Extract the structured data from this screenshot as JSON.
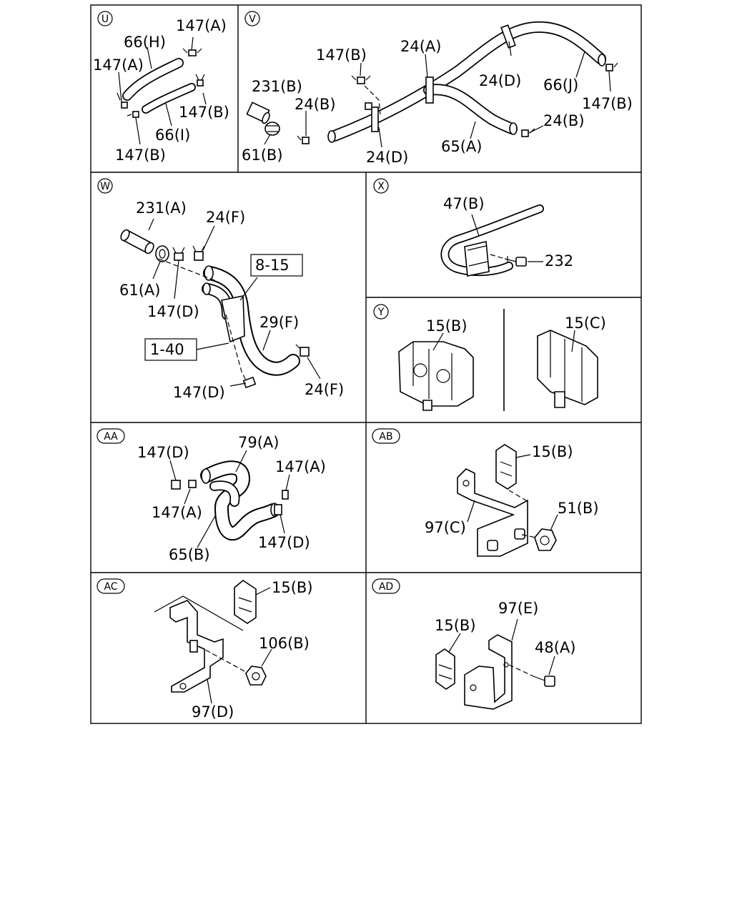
{
  "panels": [
    {
      "id": "U",
      "labels": [
        "147(A)",
        "66(H)",
        "147(A)",
        "147(B)",
        "66(I)",
        "147(B)"
      ]
    },
    {
      "id": "V",
      "labels": [
        "147(B)",
        "24(A)",
        "231(B)",
        "24(B)",
        "24(D)",
        "66(J)",
        "147(B)",
        "24(B)",
        "65(A)",
        "24(D)",
        "61(B)"
      ]
    },
    {
      "id": "W",
      "labels": [
        "231(A)",
        "24(F)",
        "8-15",
        "61(A)",
        "147(D)",
        "29(F)",
        "1-40",
        "147(D)",
        "24(F)"
      ]
    },
    {
      "id": "X",
      "labels": [
        "47(B)",
        "232"
      ]
    },
    {
      "id": "Y",
      "labels": [
        "15(B)",
        "15(C)"
      ]
    },
    {
      "id": "AA",
      "labels": [
        "147(D)",
        "79(A)",
        "147(A)",
        "147(A)",
        "65(B)",
        "147(D)"
      ]
    },
    {
      "id": "AB",
      "labels": [
        "15(B)",
        "51(B)",
        "97(C)"
      ]
    },
    {
      "id": "AC",
      "labels": [
        "15(B)",
        "106(B)",
        "97(D)"
      ]
    },
    {
      "id": "AD",
      "labels": [
        "97(E)",
        "15(B)",
        "48(A)"
      ]
    }
  ]
}
